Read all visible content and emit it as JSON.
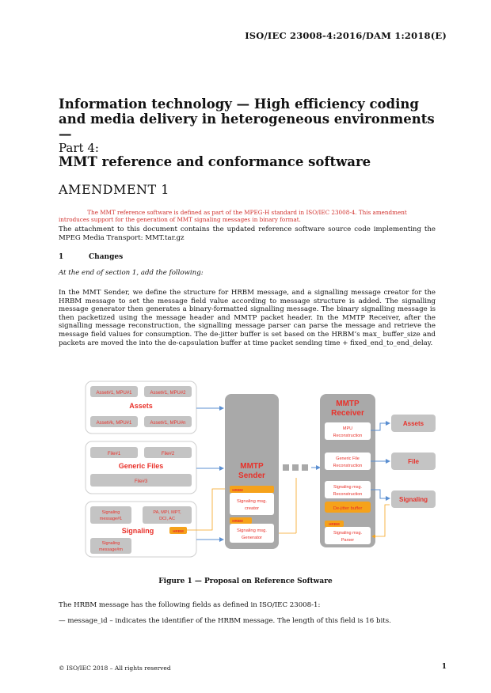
{
  "header": {
    "doc_id": "ISO/IEC 23008-4:2016/DAM 1:2018(E)"
  },
  "title": "Information technology — High efficiency coding and media delivery in heterogeneous environments —",
  "part_label": "Part 4:",
  "subtitle": "MMT reference and conformance software",
  "amendment": "AMENDMENT 1",
  "redline": {
    "line1": "The MMT reference software is defined as part of the MPEG-H standard in ISO/IEC 23008-4. This amendment",
    "line2": "introduces support for the generation of MMT signaling messages in binary format."
  },
  "attachment_text": "The attachment to this document contains the updated reference software source code implementing the MPEG Media Transport: MMT.tar.gz",
  "section": {
    "number": "1",
    "title": "Changes"
  },
  "instruction": "At the end of section 1, add the following:",
  "body_text": "In the MMT Sender, we define the structure for HRBM message, and a signalling message creator for the HRBM message to set the message field value according to message structure is added. The signalling message generator then generates a binary-formatted signalling message. The binary signalling message is then packetized using the message header and MMTP packet header. In the MMTP Receiver, after the signalling message reconstruction, the signalling message parser can parse the message and retrieve the message field values for consumption. The de-jitter buffer is set based on the HRBM’s max_ buffer_size and packets are moved the into the de-capsulation buffer at time packet sending time + fixed_end_to_end_delay.",
  "figure": {
    "assets_items": [
      "Asset#1, MPU#1",
      "Asset#1, MPU#2",
      "Asset#k, MPU#1",
      "Asset#1, MPU#n"
    ],
    "assets_label": "Assets",
    "files_items": [
      "File#1",
      "File#2",
      "File#3"
    ],
    "files_label": "Generic Files",
    "signaling_items": [
      "Signaling message#1",
      "PA, MPI, MPT, DCI, AC",
      "Signaling message#m"
    ],
    "signaling_line1a": "Signaling",
    "signaling_line1b": "message#1",
    "pa_line1": "PA, MPI, MPT,",
    "pa_line2": "DCI, AC",
    "sigm_line1": "Signaling",
    "sigm_line2": "message#m",
    "signaling_label": "Signaling",
    "hrbm_tag": "HRBM",
    "sender_line1": "MMTP",
    "sender_line2": "Sender",
    "creator_line1": "Signaling msg.",
    "creator_line2": "creator",
    "generator_line1": "Signaling msg.",
    "generator_line2": "Generator",
    "receiver_line1": "MMTP",
    "receiver_line2": "Receiver",
    "mpu_line1": "MPU",
    "mpu_line2": "Reconstruction",
    "gf_line1": "Generic File",
    "gf_line2": "Reconstruction",
    "sr_line1": "Signaling msg.",
    "sr_line2": "Reconstruction",
    "dejitter": "De-jitter buffer",
    "parser_line1": "Signaling msg.",
    "parser_line2": "Parser",
    "out_assets": "Assets",
    "out_file": "File",
    "out_signaling": "Signaling",
    "colors": {
      "red": "#e8312a",
      "orange": "#f5a21b",
      "gray": "#c4c4c4",
      "dark_gray": "#a9a9a9",
      "arrow": "#5b8fd1"
    }
  },
  "caption": "Figure 1 — Proposal on Reference Software",
  "hrbm_intro": "The HRBM message has the following fields as defined in ISO/IEC 23008-1:",
  "bullet": "—   message_id – indicates the identifier of the HRBM message. The length of this field is 16 bits.",
  "footer": {
    "copyright": "© ISO/IEC 2018 – All rights reserved",
    "page": "1"
  }
}
